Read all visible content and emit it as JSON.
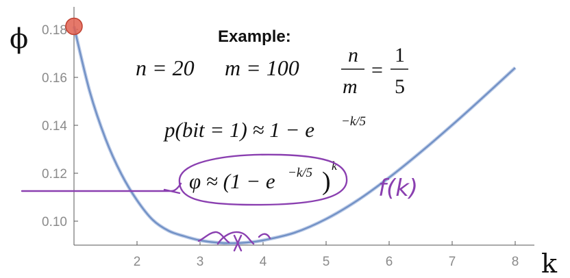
{
  "chart_data": {
    "type": "line",
    "xlabel": "k",
    "ylabel": "ϕ",
    "xlim": [
      1,
      8.2
    ],
    "ylim": [
      0.09,
      0.185
    ],
    "x_ticks": [
      "2",
      "3",
      "4",
      "5",
      "6",
      "7",
      "8"
    ],
    "y_ticks": [
      "0.10",
      "0.12",
      "0.14",
      "0.16",
      "0.18"
    ],
    "grid": false,
    "series": [
      {
        "color": "#6f8fc4",
        "x": [
          1.0,
          1.25,
          1.5,
          1.75,
          2.0,
          2.25,
          2.5,
          2.75,
          3.0,
          3.25,
          3.5,
          3.75,
          4.0,
          4.5,
          5.0,
          5.5,
          6.0,
          6.5,
          7.0,
          7.5,
          8.0
        ],
        "y": [
          0.1813,
          0.1541,
          0.1344,
          0.1197,
          0.1087,
          0.1005,
          0.096,
          0.0937,
          0.092,
          0.0911,
          0.0908,
          0.0911,
          0.092,
          0.0952,
          0.1009,
          0.1087,
          0.1182,
          0.1288,
          0.1401,
          0.1519,
          0.164
        ]
      }
    ],
    "highlight_point": {
      "x": 1.0,
      "y": 0.1813,
      "color": "#e06050"
    },
    "annotations": {
      "title": "Example:",
      "params_line": {
        "n": "n = 20",
        "m": "m = 100",
        "ratio_lhs_num": "n",
        "ratio_lhs_den": "m",
        "ratio_eq": "=",
        "ratio_rhs_num": "1",
        "ratio_rhs_den": "5"
      },
      "prob_line": {
        "lhs": "p(bit = 1) ≈ 1 − e",
        "exp": "−k/5"
      },
      "phi_line": {
        "lhs": "φ ≈ (1 − e",
        "exp": "−k/5",
        "close": ")",
        "power": "k"
      },
      "handwritten_fk": "f(k)"
    },
    "colors": {
      "curve": "#6f8fc4",
      "ink": "#8a3fb0",
      "ticks": "#8a8a8a",
      "axis": "#555555"
    }
  }
}
